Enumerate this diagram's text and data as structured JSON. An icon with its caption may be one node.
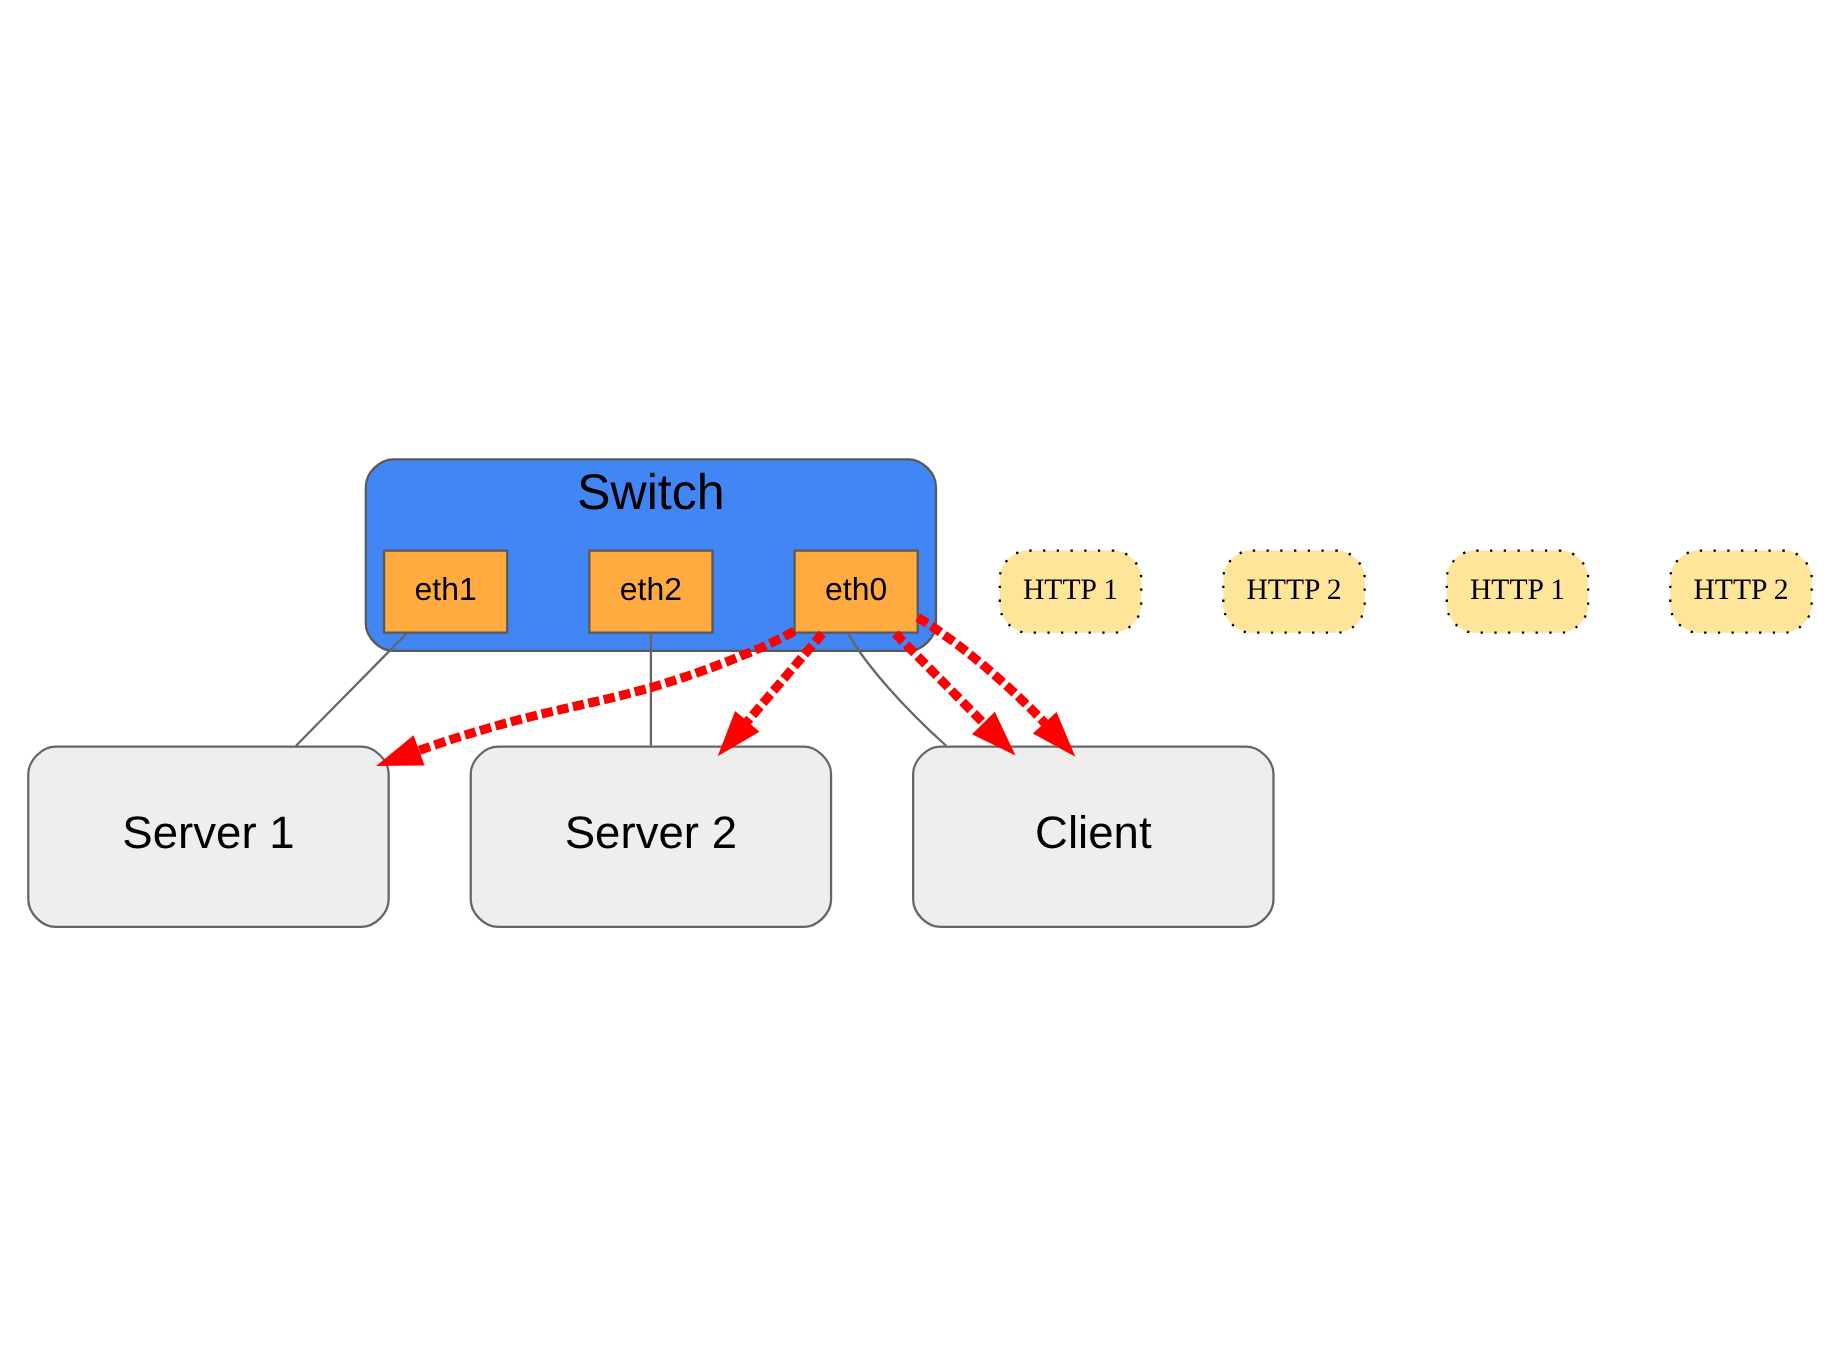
{
  "diagram": {
    "nodes": [
      {
        "text": [
          "Server 1"
        ]
      },
      {
        "text": [
          "Server 2"
        ]
      },
      {
        "text": [
          "Switch"
        ]
      },
      {
        "text": [
          "eth1"
        ],
        "in": 2
      },
      {
        "text": [
          "eth2"
        ],
        "in": 2
      },
      {
        "text": [
          "eth0"
        ],
        "in": 2
      },
      {
        "text": [
          "Client"
        ]
      },
      {
        "text": [
          "HTTP 1"
        ]
      },
      {
        "text": [
          "HTTP 2"
        ]
      },
      {
        "text": [
          "HTTP 1"
        ]
      },
      {
        "text": [
          "HTTP 2"
        ]
      }
    ],
    "edges": [
      {
        "from": 3,
        "to": 0,
        "arrow": "none",
        "color": "#666666"
      },
      {
        "from": 4,
        "to": 1,
        "arrow": "none",
        "color": "#666666"
      },
      {
        "from": 5,
        "to": 6,
        "arrow": "none",
        "color": "#666666"
      },
      {
        "from": 5,
        "to": 0,
        "arrow": "to",
        "style": "dashed"
      },
      {
        "from": 5,
        "to": 1,
        "arrow": "to",
        "style": "dashed"
      },
      {
        "from": 5,
        "to": 6,
        "arrow": "to",
        "style": "dashed"
      },
      {
        "from": 5,
        "to": 6,
        "arrow": "to",
        "style": "dashed"
      }
    ]
  }
}
